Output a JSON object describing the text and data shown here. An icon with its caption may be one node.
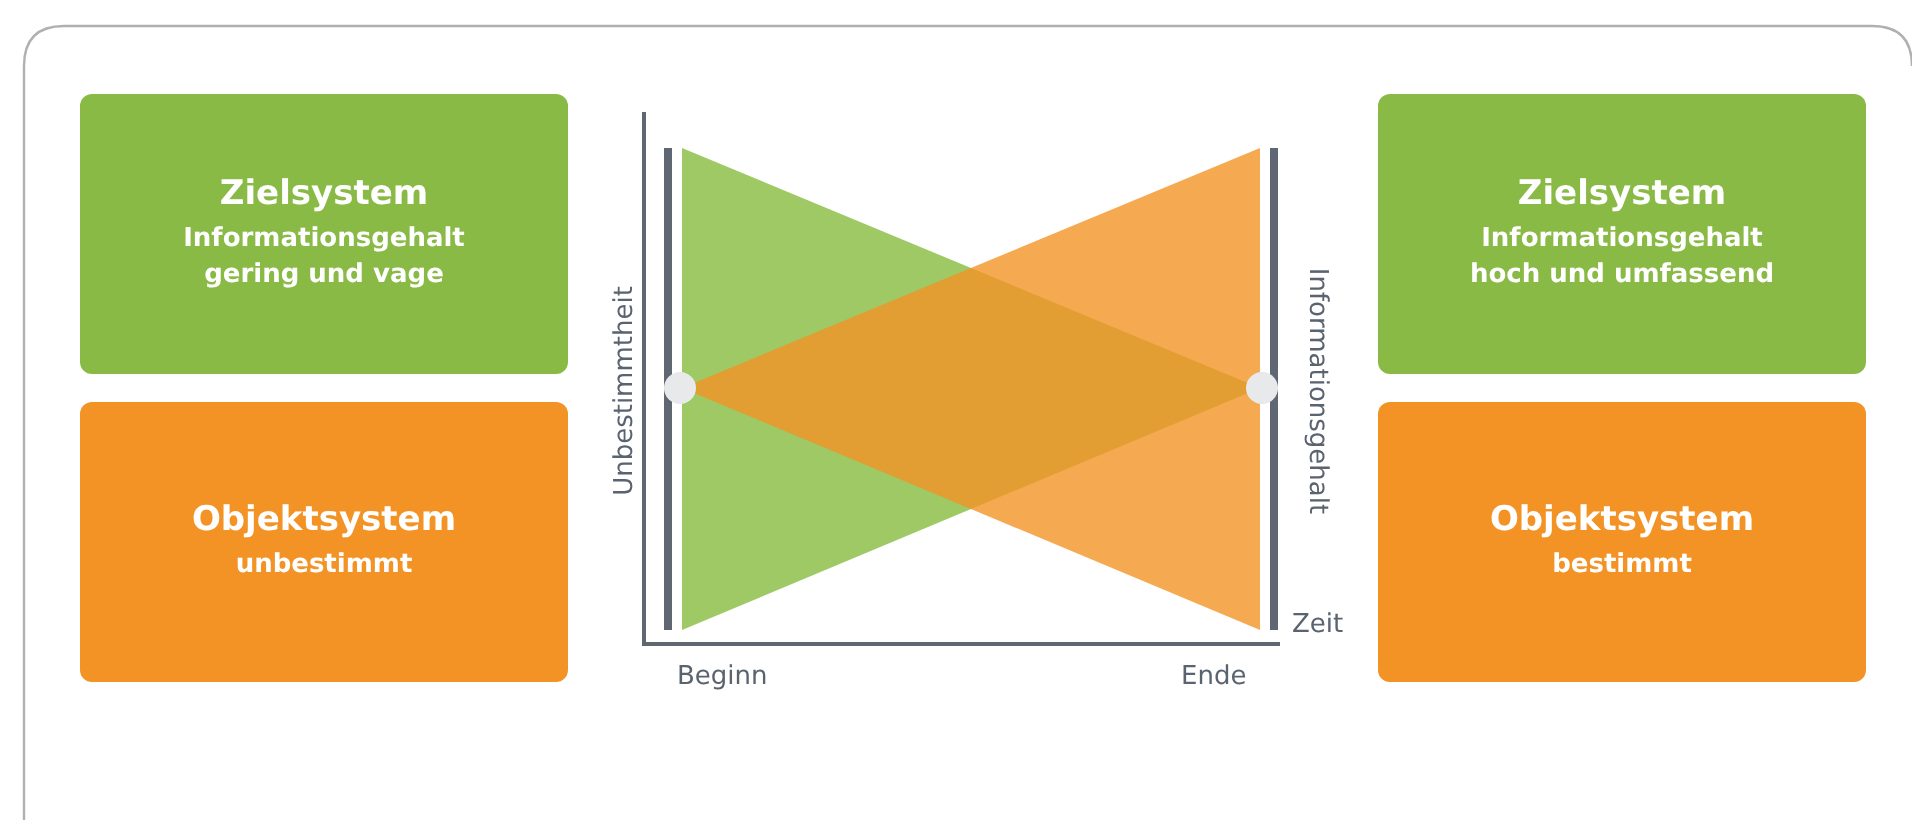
{
  "diagram": {
    "nodes": [
      {
        "text": [
          "Zielsystem",
          "Informationsgehalt gering und vage"
        ]
      },
      {
        "text": [
          "Objektsystem",
          "unbestimmt"
        ]
      },
      {
        "text": [
          "Zielsystem",
          "Informationsgehalt hoch und umfassend"
        ]
      },
      {
        "text": [
          "Objektsystem",
          "bestimmt"
        ]
      }
    ],
    "labels": [
      "Unbestimmtheit",
      "Informationsgehalt",
      "Zeit",
      "Beginn",
      "Ende"
    ]
  }
}
